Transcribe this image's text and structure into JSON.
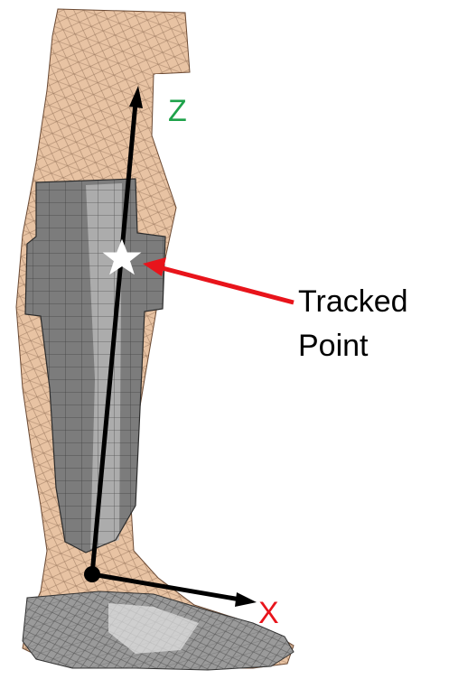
{
  "labels": {
    "z_axis": "Z",
    "x_axis": "X",
    "tracked_line1": "Tracked",
    "tracked_line2": "Point"
  },
  "colors": {
    "z_label": "#1ea24a",
    "x_label": "#e8141b",
    "annotation_arrow": "#e8141b",
    "axis": "#000000",
    "skin": "#e8c3a3",
    "skin_mesh": "#6b4a34",
    "brace": "#7c7c7c",
    "brace_light": "#b8b8b8",
    "brace_mesh": "#2b2b2b"
  }
}
